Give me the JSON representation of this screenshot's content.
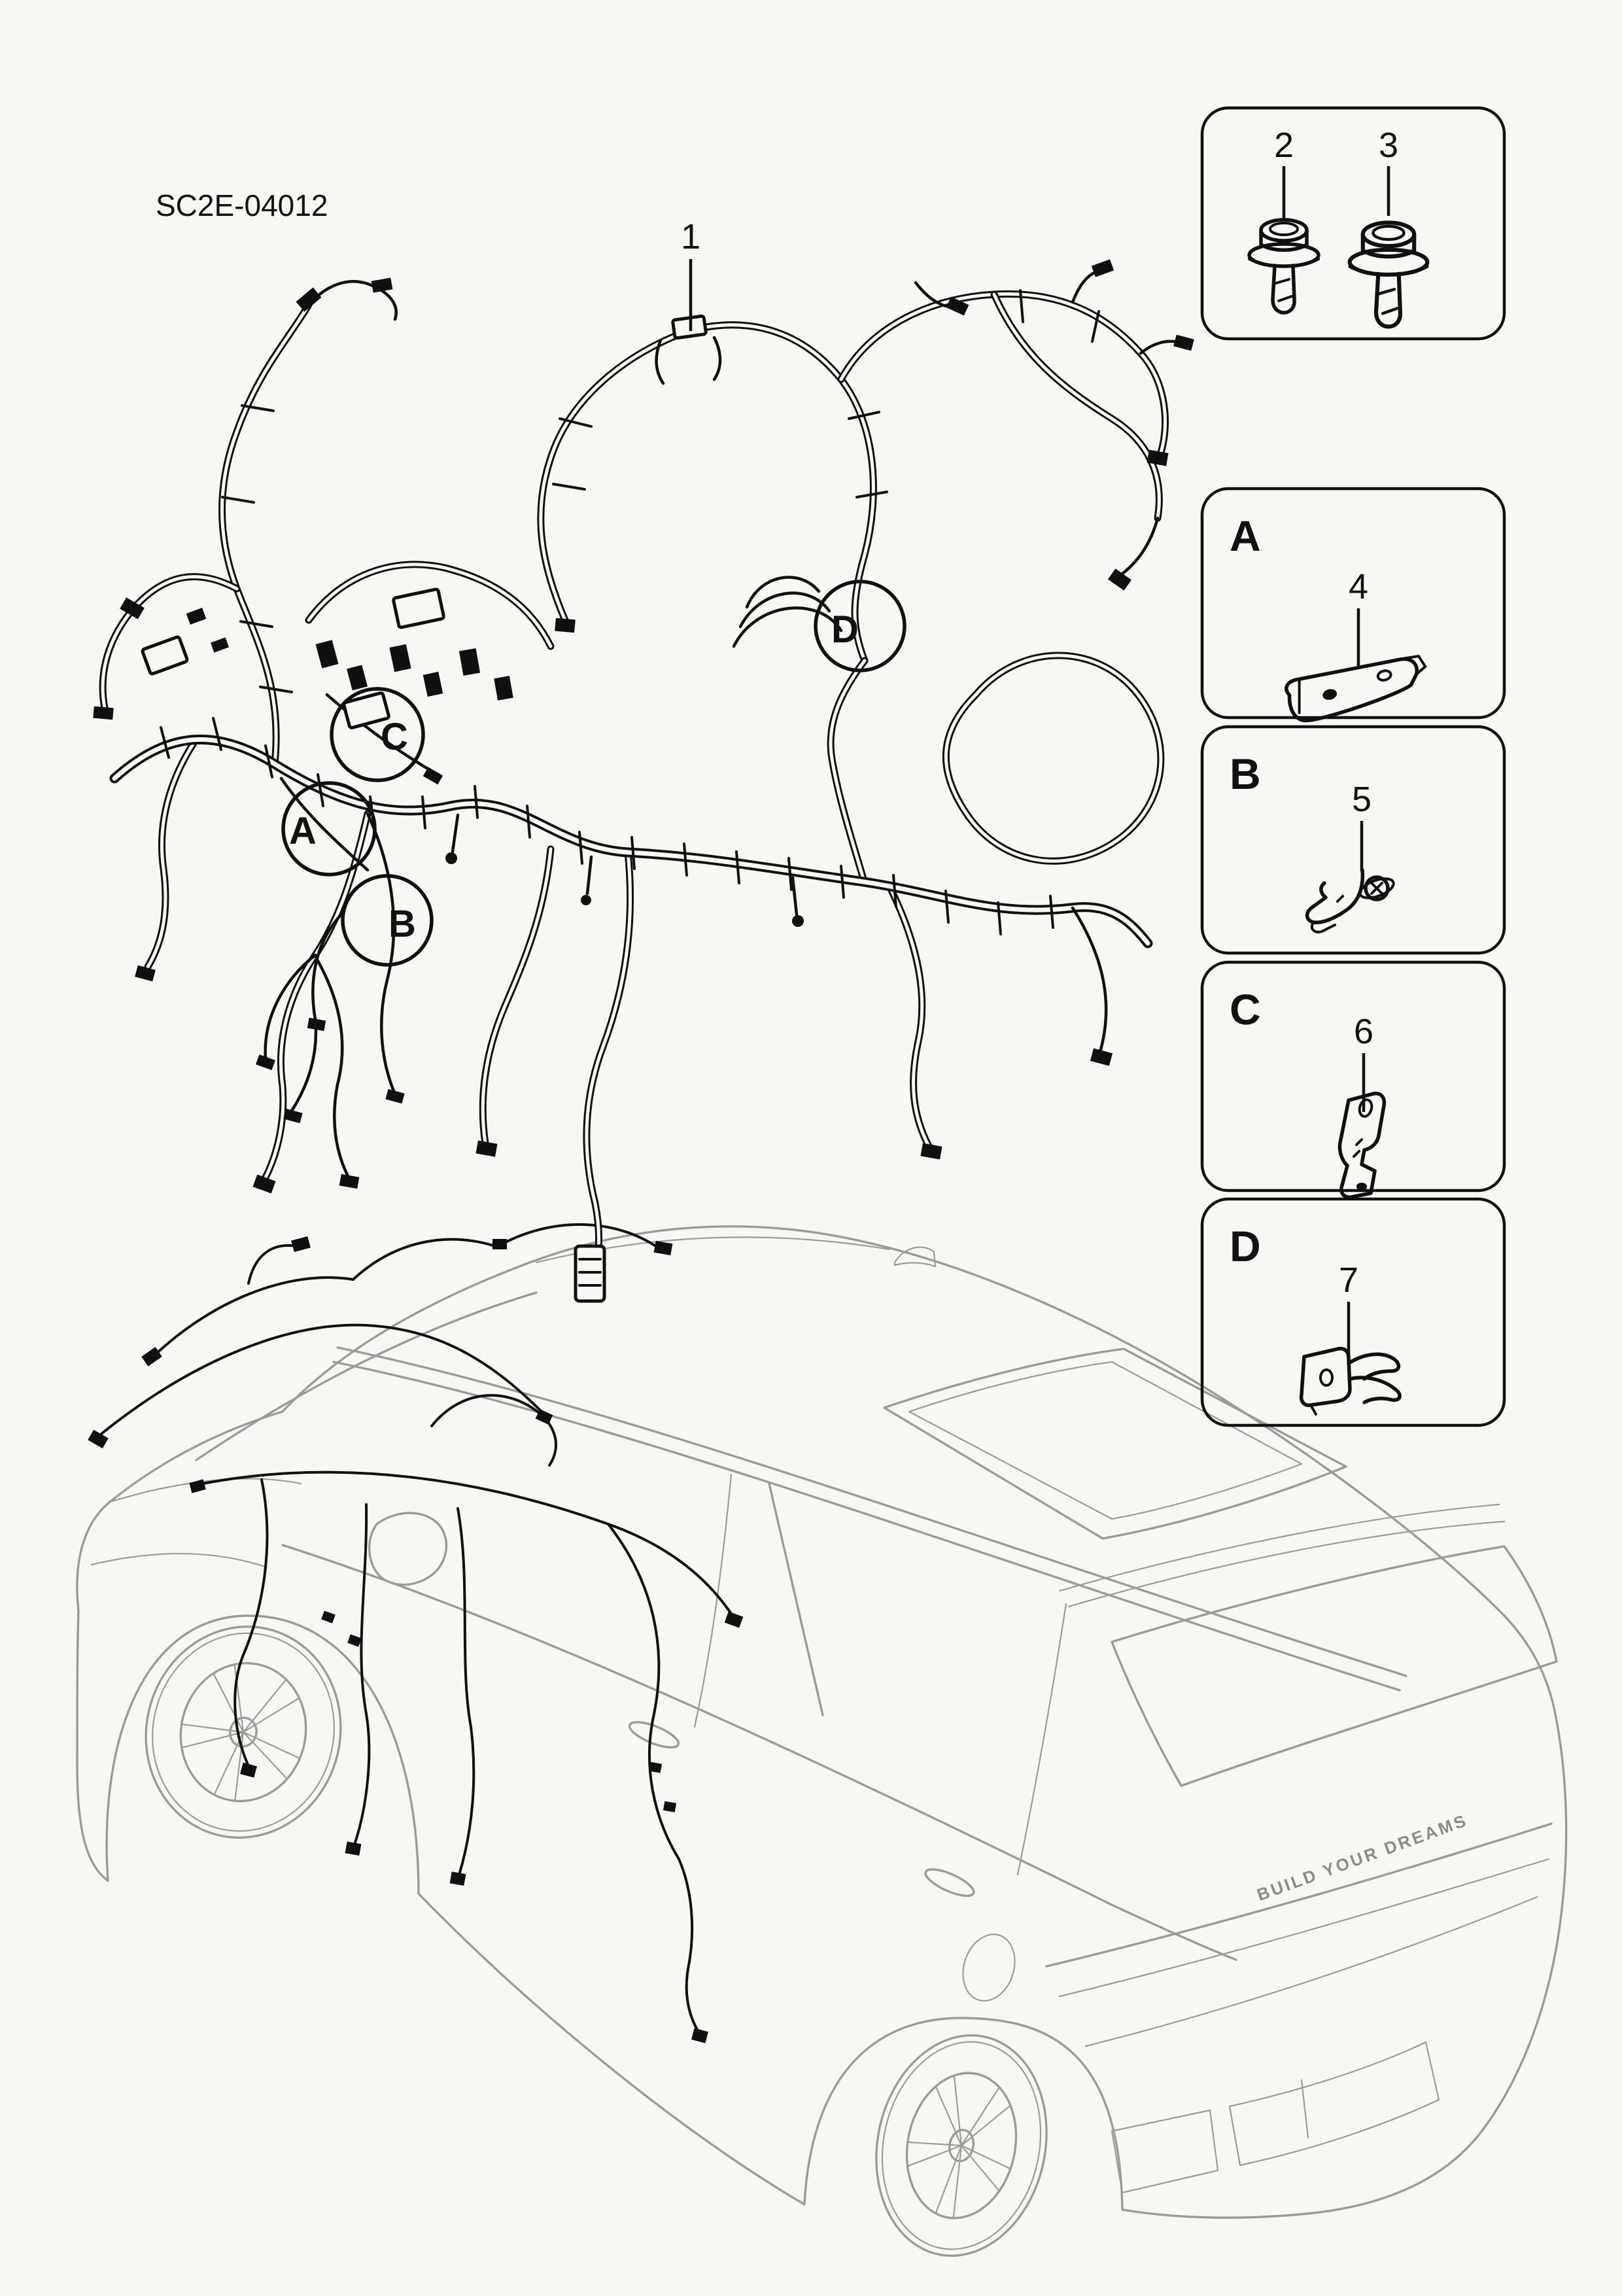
{
  "page": {
    "code": "SC2E-04012"
  },
  "main_diagram": {
    "part_label": "1",
    "callout_circles": [
      {
        "letter": "A"
      },
      {
        "letter": "B"
      },
      {
        "letter": "C"
      },
      {
        "letter": "D"
      }
    ]
  },
  "side_panels": {
    "fastener_panel": {
      "items": [
        {
          "number": "2"
        },
        {
          "number": "3"
        }
      ]
    },
    "bracket_panels": [
      {
        "letter": "A",
        "number": "4"
      },
      {
        "letter": "B",
        "number": "5"
      },
      {
        "letter": "C",
        "number": "6"
      },
      {
        "letter": "D",
        "number": "7"
      }
    ]
  },
  "vehicle_view": {
    "badge_text": "BUILD YOUR DREAMS"
  },
  "colors": {
    "diagram_line": "#101010",
    "vehicle_line": "#9b9b9b",
    "badge_text": "#8a8a8a",
    "background": "#f7f7f4"
  }
}
